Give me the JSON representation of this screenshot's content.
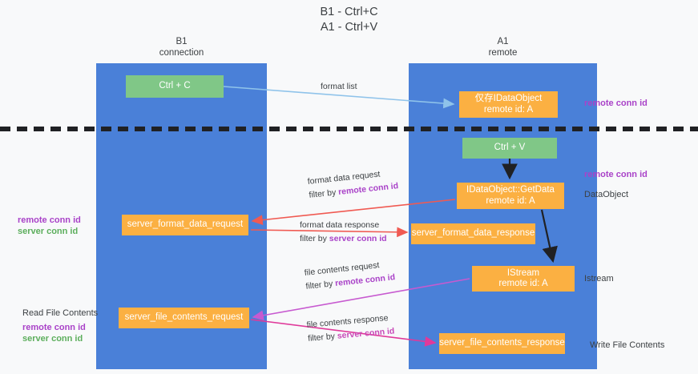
{
  "title": "B1 - Ctrl+C\nA1 - Ctrl+V",
  "columns": {
    "left": {
      "header": "B1\nconnection"
    },
    "right": {
      "header": "A1\nremote"
    }
  },
  "nodes": {
    "ctrl_c": {
      "line1": "Ctrl + C",
      "line2": "",
      "color": "#80c787"
    },
    "idataobject": {
      "line1": "仅存IDataObject",
      "line2": "remote id: A",
      "color": "#fbb042"
    },
    "ctrl_v": {
      "line1": "Ctrl + V",
      "line2": "",
      "color": "#80c787"
    },
    "getdata": {
      "line1": "IDataObject::GetData",
      "line2": "remote id: A",
      "color": "#fbb042"
    },
    "sf_data_req": {
      "line1": "server_format_data_request",
      "line2": "",
      "color": "#fbb042"
    },
    "sf_data_resp": {
      "line1": "server_format_data_response",
      "line2": "",
      "color": "#fbb042"
    },
    "istream": {
      "line1": "IStream",
      "line2": "remote id: A",
      "color": "#fbb042"
    },
    "sf_file_req": {
      "line1": "server_file_contents_request",
      "line2": "",
      "color": "#fbb042"
    },
    "sf_file_resp": {
      "line1": "server_file_contents_response",
      "line2": "",
      "color": "#fbb042"
    }
  },
  "edge_labels": {
    "format_list": {
      "line1": "format list",
      "line2": "",
      "highlight": ""
    },
    "format_data_req": {
      "line1": "format data request",
      "prefix2": "filter by ",
      "highlight2": "remote conn id"
    },
    "format_data_resp": {
      "line1": "format data response",
      "prefix2": "filter by ",
      "highlight2": "server conn id"
    },
    "file_contents_req": {
      "line1": "file contents request",
      "prefix2": "filter by ",
      "highlight2": "remote conn id"
    },
    "file_contents_resp": {
      "line1": "file contents response",
      "prefix2": "filter by ",
      "highlight2": "server conn id"
    }
  },
  "side_labels": {
    "right_remote_conn_1": "remote conn id",
    "right_remote_conn_2": "remote conn id",
    "dataobject": "DataObject",
    "istream": "Istream",
    "write_file_contents": "Write File Contents",
    "read_file_contents": "Read File Contents",
    "left_stack_1": {
      "line1": "remote conn id",
      "line2": "server conn id"
    },
    "left_stack_2": {
      "line1": "remote conn id",
      "line2": "server conn id"
    }
  },
  "colors": {
    "lane": "#4a80d8",
    "green_node": "#80c787",
    "orange_node": "#fbb042",
    "purple": "#a942c8",
    "green_text": "#5cae5c",
    "pink_arrow": "#e0399a",
    "red_arrow": "#f05a52",
    "blue_arrow": "#8fc3ea",
    "black_arrow": "#202124",
    "background": "#f8f9fa"
  }
}
